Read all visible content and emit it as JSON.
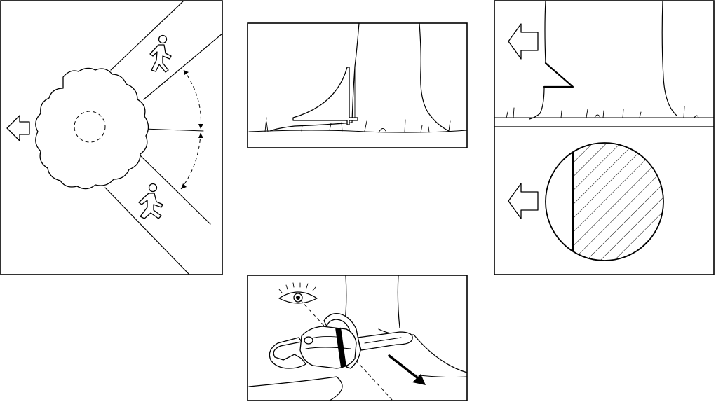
{
  "figure": {
    "panels": [
      {
        "id": "felling-zone",
        "icons": [
          "falling-direction-arrow-icon",
          "walking-person-icon",
          "walking-person-icon",
          "tree-crown-icon",
          "trunk-outline-icon"
        ]
      },
      {
        "id": "felling-wedge",
        "icons": [
          "tree-trunk-icon",
          "wedge-outline-icon",
          "grass-icon"
        ]
      },
      {
        "id": "directional-notch",
        "icons": [
          "falling-direction-arrow-icon",
          "notch-icon",
          "stump-cross-section-icon",
          "hatched-hinge-icon"
        ]
      },
      {
        "id": "sighting-chainsaw",
        "icons": [
          "eye-icon",
          "chainsaw-icon",
          "sight-line-icon",
          "cut-direction-arrow-icon"
        ]
      }
    ],
    "colors": {
      "line": "#000000",
      "background": "#ffffff"
    }
  }
}
